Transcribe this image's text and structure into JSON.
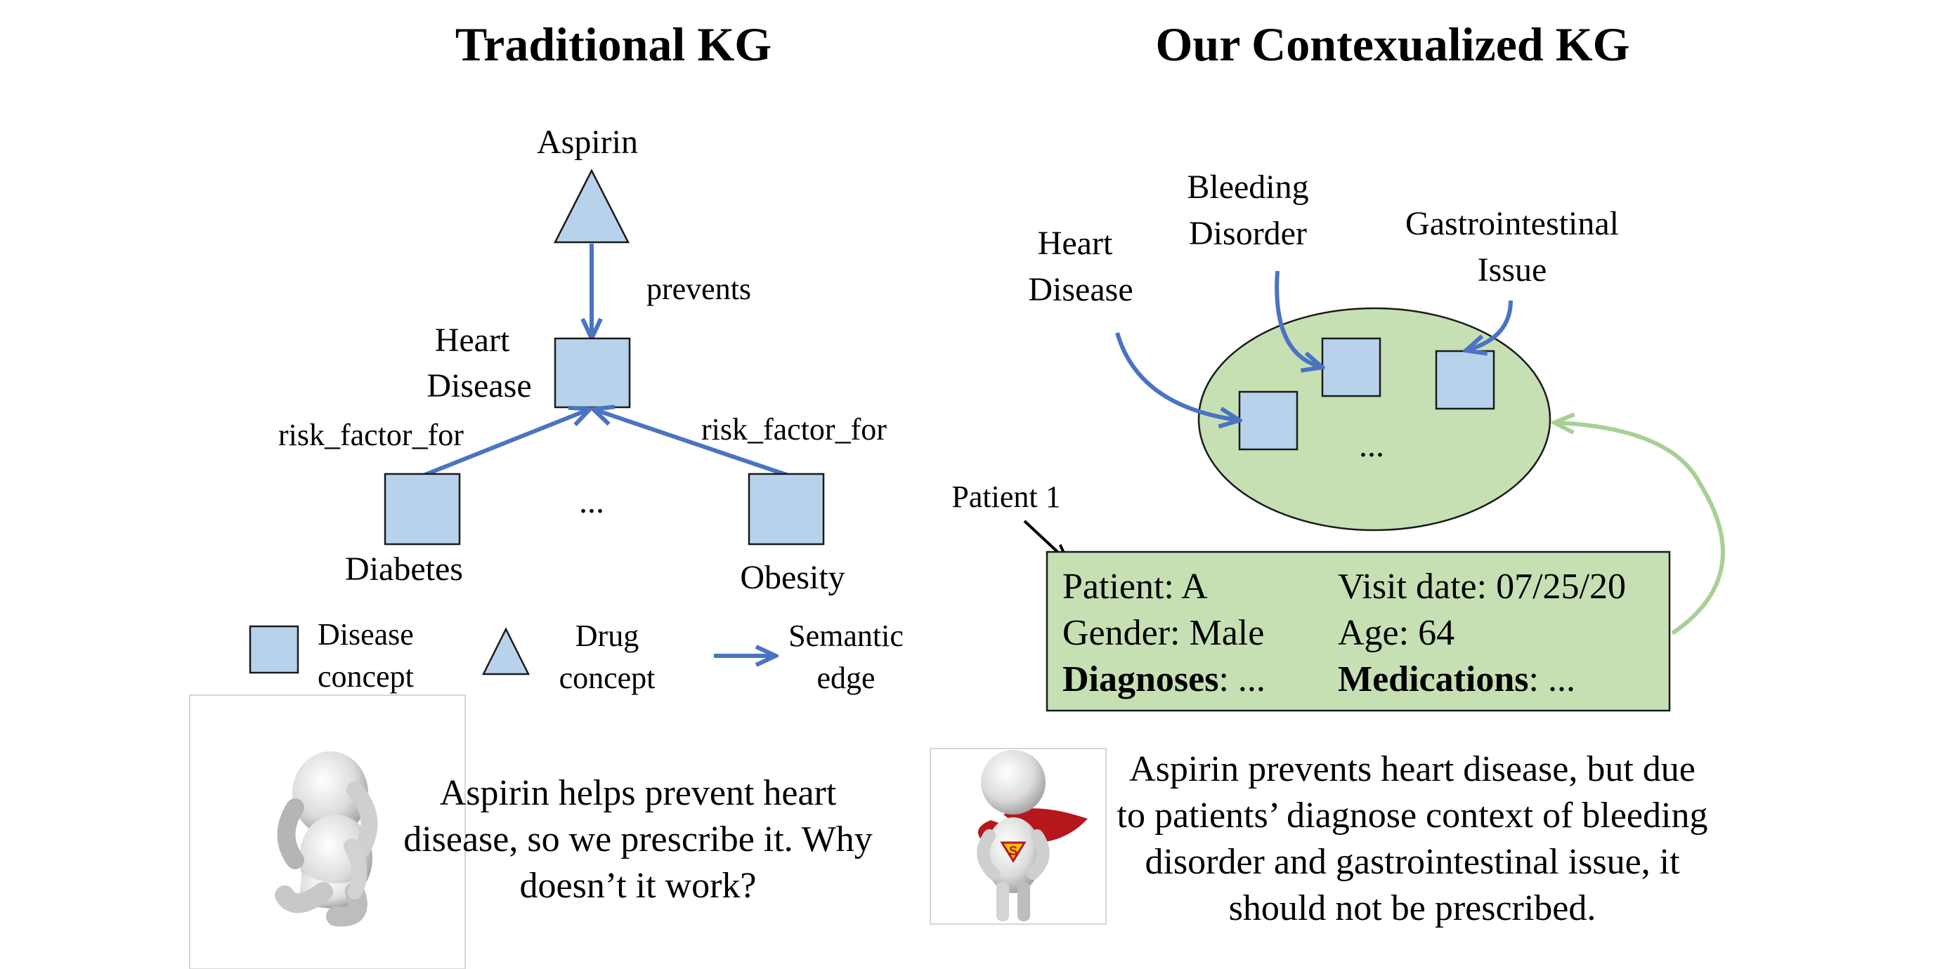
{
  "left_panel": {
    "title": "Traditional KG",
    "nodes": {
      "aspirin": "Aspirin",
      "heart_disease": [
        "Heart",
        "Disease"
      ],
      "diabetes": "Diabetes",
      "obesity": "Obesity",
      "ellipsis": "..."
    },
    "edges": {
      "prevents": "prevents",
      "risk_left": "risk_factor_for",
      "risk_right": "risk_factor_for"
    },
    "legend": {
      "disease": [
        "Disease",
        "concept"
      ],
      "drug": [
        "Drug",
        "concept"
      ],
      "edge": [
        "Semantic",
        "edge"
      ]
    },
    "caption": [
      "Aspirin helps prevent heart",
      "disease, so we prescribe it. Why",
      "doesn’t it work?"
    ]
  },
  "right_panel": {
    "title": "Our Contexualized KG",
    "labels": {
      "heart_disease": [
        "Heart",
        "Disease"
      ],
      "bleeding": [
        "Bleeding",
        "Disorder"
      ],
      "gastro": [
        "Gastrointestinal",
        "Issue"
      ],
      "ellipsis": "..."
    },
    "patient_label": "Patient 1",
    "patient_card": {
      "patient": "Patient: A",
      "visit": "Visit date: 07/25/20",
      "gender": "Gender: Male",
      "age": "Age: 64",
      "diagnoses_key": "Diagnoses",
      "diagnoses_val": ": ...",
      "medications_key": "Medications",
      "medications_val": ": ..."
    },
    "caption": [
      "Aspirin prevents heart disease, but due",
      "to patients’ diagnose context of bleeding",
      "disorder and gastrointestinal issue, it",
      "should not be prescribed."
    ]
  },
  "colors": {
    "node_fill": "#b9d2ec",
    "edge_blue": "#4a73c3",
    "ellipse_fill": "#c6e0b4",
    "card_fill": "#c6e0b4",
    "arrow_green": "#a9cf95",
    "cape_red": "#b5171d",
    "emblem_yellow": "#f2c100"
  },
  "icons": {
    "worried_figure": "worried-person-icon",
    "hero_figure": "superhero-person-icon"
  }
}
